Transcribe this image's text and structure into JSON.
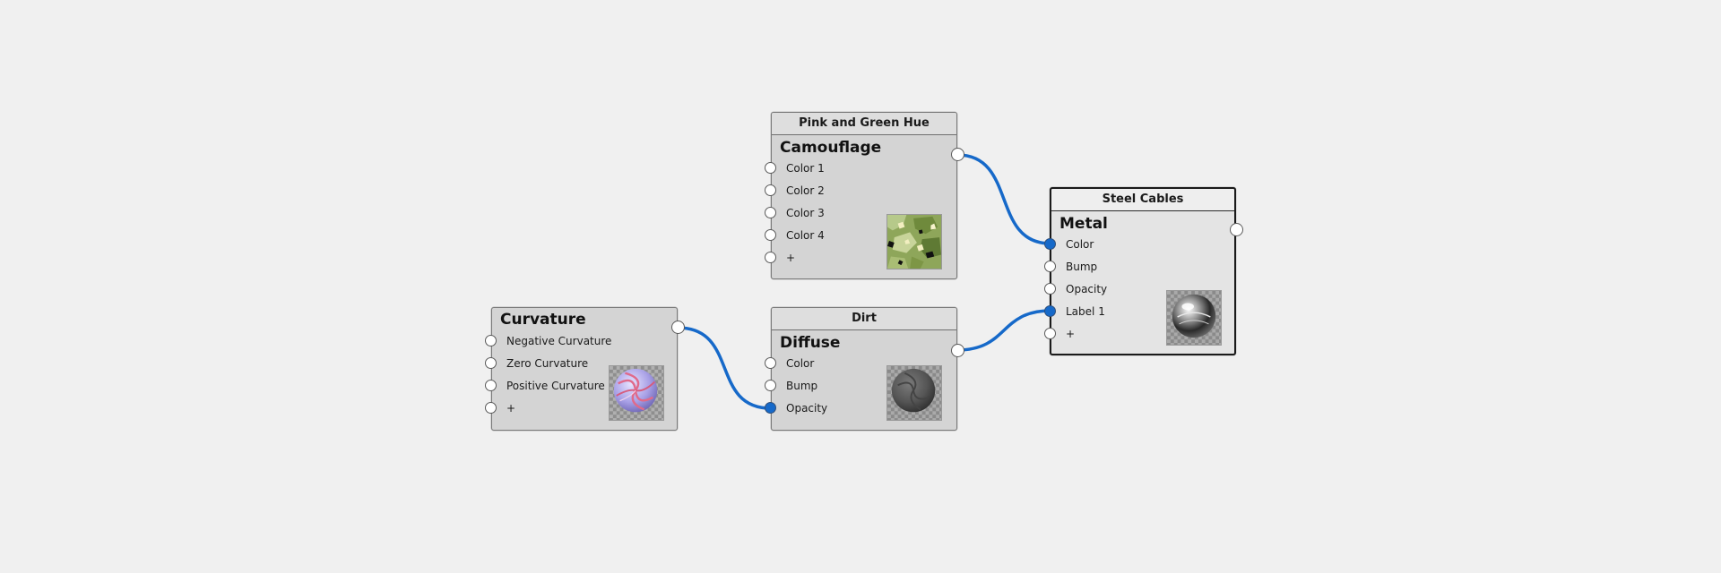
{
  "canvas": {
    "background": "#f0f0f0"
  },
  "colors": {
    "wire": "#1669c9",
    "connected_port": "#1669c9"
  },
  "nodes": {
    "camouflage": {
      "header": "Pink and Green Hue",
      "type": "Camouflage",
      "inputs": [
        "Color 1",
        "Color 2",
        "Color 3",
        "Color 4",
        "+"
      ],
      "preview": "camouflage-texture-preview"
    },
    "metal": {
      "header": "Steel Cables",
      "type": "Metal",
      "inputs": [
        "Color",
        "Bump",
        "Opacity",
        "Label 1",
        "+"
      ],
      "connected_inputs": [
        "Color",
        "Label 1"
      ],
      "preview": "chrome-sphere-preview"
    },
    "curvature": {
      "header": "",
      "type": "Curvature",
      "inputs": [
        "Negative Curvature",
        "Zero Curvature",
        "Positive Curvature",
        "+"
      ],
      "preview": "curvature-sphere-preview"
    },
    "diffuse": {
      "header": "Dirt",
      "type": "Diffuse",
      "inputs": [
        "Color",
        "Bump",
        "Opacity"
      ],
      "connected_inputs": [
        "Opacity"
      ],
      "preview": "diffuse-sphere-preview"
    }
  },
  "connections": [
    {
      "from": "camouflage.output",
      "to": "metal.Color"
    },
    {
      "from": "diffuse.output",
      "to": "metal.Label 1"
    },
    {
      "from": "curvature.output",
      "to": "diffuse.Opacity"
    }
  ]
}
